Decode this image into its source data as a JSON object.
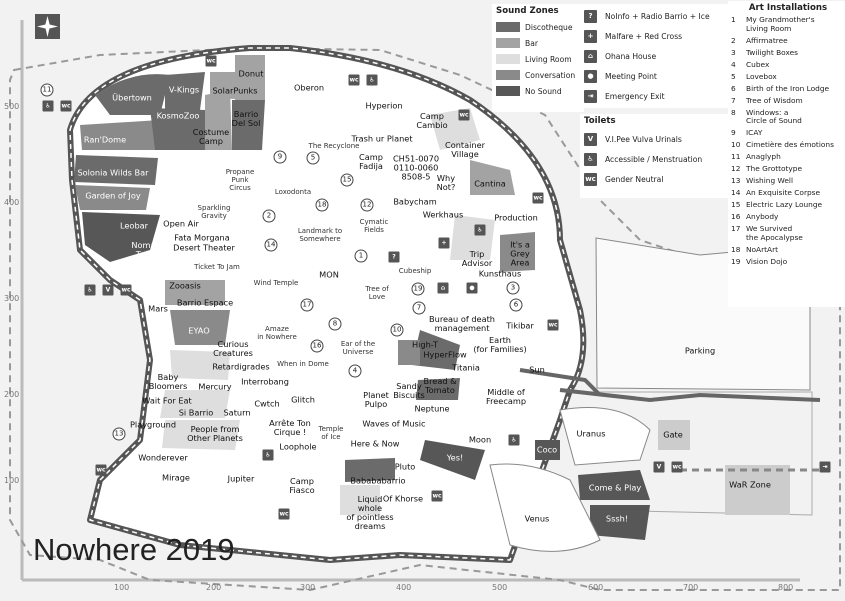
{
  "title": "Nowhere 2019",
  "axis_x": [
    "100",
    "200",
    "300",
    "400",
    "500",
    "600",
    "700",
    "800"
  ],
  "axis_y": [
    "500",
    "400",
    "300",
    "200",
    "100"
  ],
  "sound_zones": {
    "heading": "Sound Zones",
    "items": [
      {
        "label": "Discotheque",
        "color": "#6b6b6b"
      },
      {
        "label": "Bar",
        "color": "#a3a3a3"
      },
      {
        "label": "Living Room",
        "color": "#dedede"
      },
      {
        "label": "Conversation",
        "color": "#8a8a8a"
      },
      {
        "label": "No Sound",
        "color": "#575757"
      }
    ]
  },
  "facilities": {
    "items": [
      {
        "icon": "?",
        "label": "NoInfo + Radio Barrio + Ice"
      },
      {
        "icon": "+",
        "label": "Malfare + Red Cross"
      },
      {
        "icon": "⌂",
        "label": "Ohana House"
      },
      {
        "icon": "●",
        "label": "Meeting Point"
      },
      {
        "icon": "⇥",
        "label": "Emergency Exit"
      }
    ]
  },
  "toilets": {
    "heading": "Toilets",
    "items": [
      {
        "icon": "V",
        "label": "V.I.Pee Vulva Urinals"
      },
      {
        "icon": "♿",
        "label": "Accessible / Menstruation"
      },
      {
        "icon": "wc",
        "label": "Gender Neutral"
      }
    ]
  },
  "art": {
    "heading": "Art Installations",
    "items": [
      {
        "n": "1",
        "label": "My Grandmother's\nLiving Room"
      },
      {
        "n": "2",
        "label": "Affirmatree"
      },
      {
        "n": "3",
        "label": "Twilight Boxes"
      },
      {
        "n": "4",
        "label": "Cubex"
      },
      {
        "n": "5",
        "label": "Lovebox"
      },
      {
        "n": "6",
        "label": "Birth of the Iron Lodge"
      },
      {
        "n": "7",
        "label": "Tree of Wisdom"
      },
      {
        "n": "8",
        "label": "Windows: a\nCircle of Sound"
      },
      {
        "n": "9",
        "label": "ICAY"
      },
      {
        "n": "10",
        "label": "Cimetière des émotions"
      },
      {
        "n": "11",
        "label": "Anaglyph"
      },
      {
        "n": "12",
        "label": "The Grottotype"
      },
      {
        "n": "13",
        "label": "Wishing Well"
      },
      {
        "n": "14",
        "label": "An Exquisite Corpse"
      },
      {
        "n": "15",
        "label": "Electric Lazy Lounge"
      },
      {
        "n": "16",
        "label": "Anybody"
      },
      {
        "n": "17",
        "label": "We Survived\nthe Apocalypse"
      },
      {
        "n": "18",
        "label": "NoArtArt"
      },
      {
        "n": "19",
        "label": "Vision Dojo"
      }
    ]
  },
  "places": {
    "ubertown": "Übertown",
    "vkings": "V-Kings",
    "donut": "Donut",
    "solarpunks": "SolarPunks",
    "oberon": "Oberon",
    "kosmozoo": "KosmoZoo",
    "barrio": "Barrio\nDel Sol",
    "costume": "Costume\nCamp",
    "randome": "Ran'Dome",
    "solonia": "Solonia Wilds Bar",
    "garden": "Garden of Joy",
    "hyperion": "Hyperion",
    "trash": "Trash ur Planet",
    "campcambio": "Camp\nCambio",
    "recyclone": "The Recyclone",
    "container": "Container\nVillage",
    "fadija": "Camp\nFadija",
    "ch51": "CH51-0070\n0110-0060\n8508-5",
    "whynot": "Why\nNot?",
    "cantina": "Cantina",
    "propane": "Propane\nPunk\nCircus",
    "loxodonta": "Loxodonta",
    "babycham": "Babycham",
    "werkhaus": "Werkhaus",
    "production": "Production",
    "sparkling": "Sparkling\nGravity",
    "cymatic": "Cymatic\nFields",
    "leobar": "Leobar",
    "openair": "Open Air",
    "fata": "Fata Morgana",
    "nomad": "Nomad\nTown",
    "desert": "Desert Theater",
    "landmark": "Landmark to\nSomewhere",
    "tripadvisor": "Trip\nAdvisor",
    "kunsthaus": "Kunsthaus",
    "grey": "It's a\nGrey\nArea",
    "tickettojam": "Ticket To Jam",
    "mon": "MON",
    "cubeship": "Cubeship",
    "windtemple": "Wind Temple",
    "zooasis": "Zooasis",
    "mars": "Mars",
    "barrioespace": "Barrio Espace",
    "treeoflove": "Tree of\nLove",
    "eyao": "EYAO",
    "amaze": "Amaze\nin Nowhere",
    "bureau": "Bureau of death\nmanagement",
    "tikibar": "Tikibar",
    "curious": "Curious\nCreatures",
    "earofuniverse": "Ear of the\nUniverse",
    "earth": "Earth\n(for Families)",
    "hight": "High-T",
    "hyperflow": "HyperFlow",
    "whenindome": "When in Dome",
    "retardigrades": "Retardigrades",
    "titania": "Titania",
    "sun": "Sun",
    "baby": "Baby\nBloomers",
    "mercury": "Mercury",
    "interrobang": "Interrobang",
    "bread": "Bread &\nTomato",
    "sandy": "Sandy\nBiscuits",
    "planetpulpo": "Planet\nPulpo",
    "middle": "Middle of\nFreecamp",
    "glitch": "Glitch",
    "cwtch": "Cwtch",
    "waitforeat": "Wait For Eat",
    "sibarrio": "Si Barrio",
    "saturn": "Saturn",
    "neptune": "Neptune",
    "playground": "Playground",
    "arreteton": "Arrête Ton\nCirque !",
    "templeofice": "Temple\nof Ice",
    "wavesofmusic": "Waves of Music",
    "people": "People from\nOther Planets",
    "loophole": "Loophole",
    "herenow": "Here & Now",
    "moon": "Moon",
    "uranus": "Uranus",
    "gate": "Gate",
    "wonderever": "Wonderever",
    "yes": "Yes!",
    "coco": "Coco",
    "pluto": "Pluto",
    "mirage": "Mirage",
    "jupiter": "Jupiter",
    "campfiasco": "Camp\nFiasco",
    "bababa": "Babababarrio",
    "liquid": "Liquid\nwhole\nof pointless\ndreams",
    "ofkhorse": "Of Khorse",
    "comeplay": "Come & Play",
    "ssshh": "Sssh!",
    "warzone": "WaR Zone",
    "venus": "Venus",
    "parking": "Parking"
  }
}
